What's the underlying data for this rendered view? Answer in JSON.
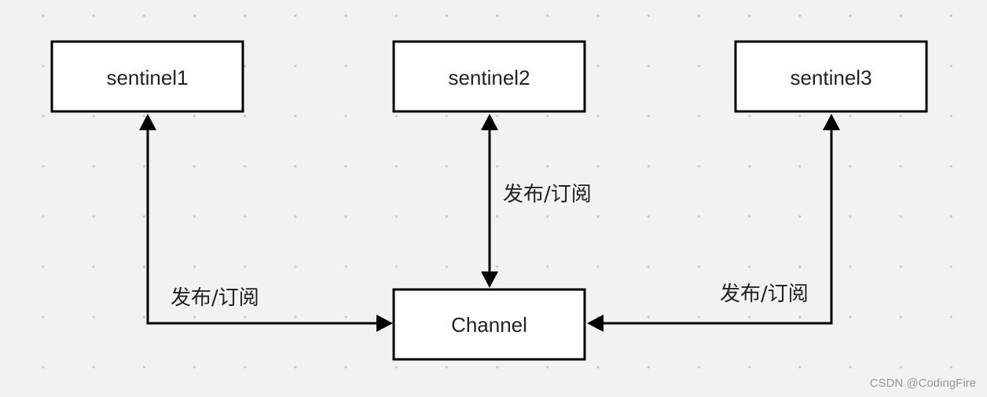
{
  "diagram": {
    "nodes": [
      {
        "label": "sentinel1"
      },
      {
        "label": "sentinel2"
      },
      {
        "label": "sentinel3"
      },
      {
        "label": "Channel"
      }
    ],
    "edges": [
      {
        "label": "发布/订阅",
        "from": 0,
        "to": 3,
        "bidirectional": true
      },
      {
        "label": "发布/订阅",
        "from": 1,
        "to": 3,
        "bidirectional": true
      },
      {
        "label": "发布/订阅",
        "from": 2,
        "to": 3,
        "bidirectional": true
      }
    ]
  },
  "watermark": {
    "text": "CSDN @CodingFire"
  },
  "colors": {
    "background": "#f2f2f4",
    "grid_dot": "#c9c9cc",
    "stroke": "#000000",
    "node_fill": "#ffffff",
    "text": "#222222",
    "watermark": "#999999"
  }
}
